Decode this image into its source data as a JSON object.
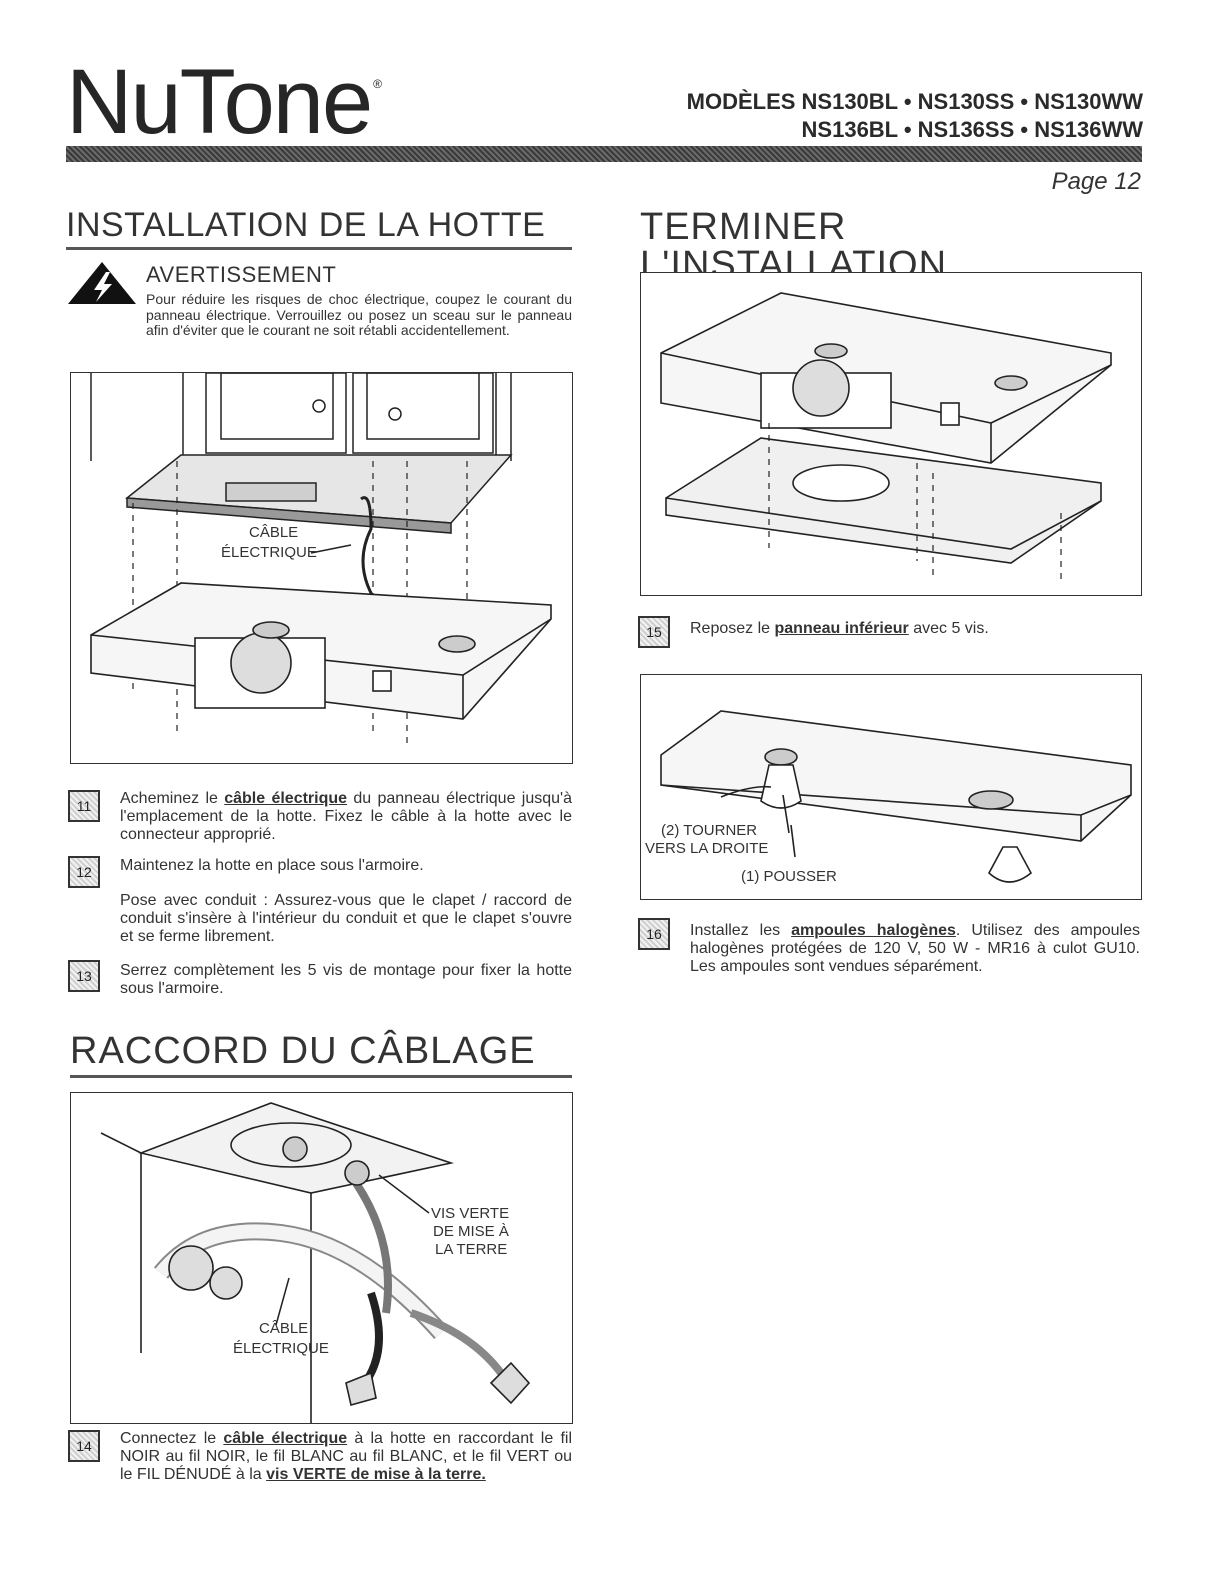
{
  "header": {
    "logo": "NuTone",
    "models_line1": "MODÈLES NS130BL • NS130SS • NS130WW",
    "models_line2": "NS136BL • NS136SS • NS136WW",
    "page": "Page 12"
  },
  "left": {
    "install_title": "INSTALLATION DE LA HOTTE",
    "warning_title": "AVERTISSEMENT",
    "warning_text": "Pour réduire les risques de choc électrique, coupez le courant du panneau électrique. Verrouillez ou posez un sceau sur le panneau afin d'éviter que le courant ne soit rétabli accidentellement.",
    "fig1_label_1": "CÂBLE",
    "fig1_label_2": "ÉLECTRIQUE",
    "step11_num": "11",
    "step11_pre": "Acheminez le ",
    "step11_bold": "câble électrique",
    "step11_post": " du panneau électrique jusqu'à l'emplacement de la hotte. Fixez le câble à la hotte avec le connecteur approprié.",
    "step12_num": "12",
    "step12_text": "Maintenez la hotte en place sous l'armoire.",
    "step12_note": "Pose avec conduit : Assurez-vous que le clapet / raccord de conduit s'insère à l'intérieur du conduit et que le clapet s'ouvre et se ferme librement.",
    "step13_num": "13",
    "step13_text": "Serrez complètement les 5 vis de montage pour fixer la hotte sous l'armoire.",
    "wiring_title": "RACCORD DU CÂBLAGE",
    "fig2_label_1": "VIS VERTE",
    "fig2_label_2": "DE MISE À",
    "fig2_label_3": "LA TERRE",
    "fig2_label_4": "CÂBLE",
    "fig2_label_5": "ÉLECTRIQUE",
    "step14_num": "14",
    "step14_pre": "Connectez le ",
    "step14_bold": "câble électrique",
    "step14_mid": " à la hotte en raccordant le fil NOIR au fil NOIR, le fil BLANC au fil BLANC, et le fil VERT ou le FIL DÉNUDÉ à la ",
    "step14_bold2": "vis VERTE de mise à la terre."
  },
  "right": {
    "finish_title": "TERMINER L'INSTALLATION",
    "step15_num": "15",
    "step15_pre": "Reposez le ",
    "step15_bold": "panneau inférieur",
    "step15_post": " avec 5 vis.",
    "fig4_label_1": "(2) TOURNER",
    "fig4_label_2": "VERS LA DROITE",
    "fig4_label_3": "(1) POUSSER",
    "step16_num": "16",
    "step16_pre": "Installez les ",
    "step16_bold": "ampoules halogènes",
    "step16_post": ". Utilisez des ampoules halogènes protégées de 120 V, 50 W - MR16 à culot GU10. Les ampoules sont vendues séparément."
  }
}
